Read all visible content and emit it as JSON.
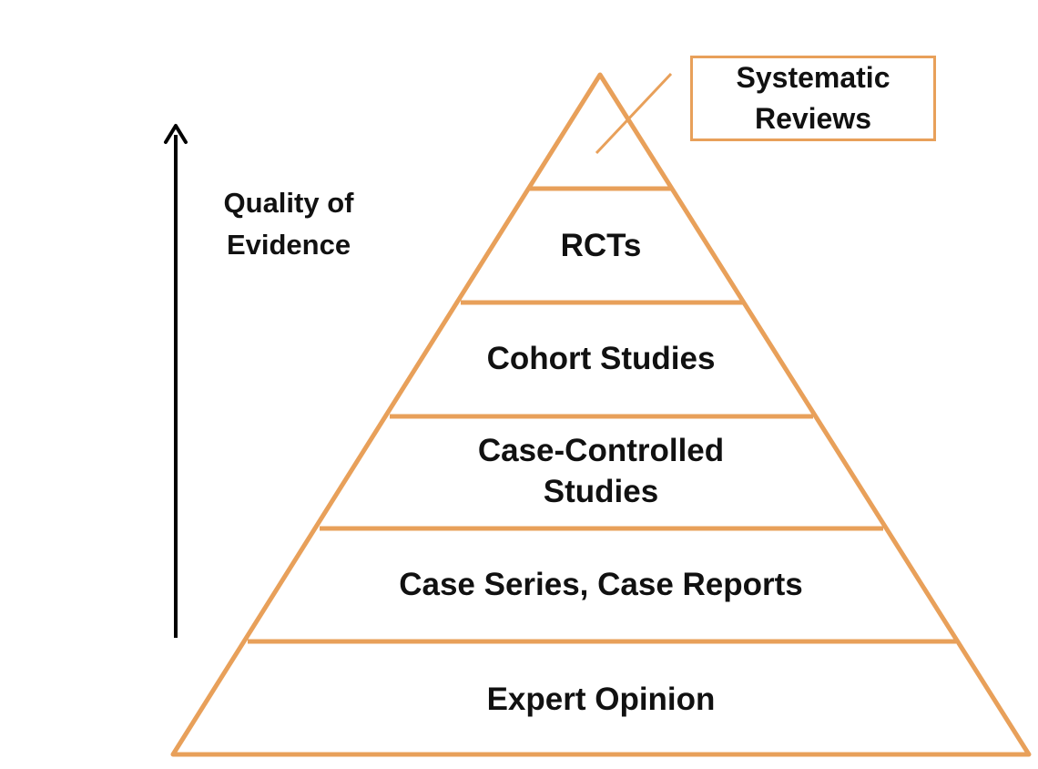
{
  "diagram": {
    "stroke_color": "#E8A05A",
    "arrow_color": "#000000",
    "axis_label": "Quality of\nEvidence",
    "callout": {
      "label": "Systematic\nReviews"
    },
    "levels": [
      {
        "label": "RCTs"
      },
      {
        "label": "Cohort Studies"
      },
      {
        "label": "Case-Controlled\nStudies"
      },
      {
        "label": "Case Series, Case Reports"
      },
      {
        "label": "Expert Opinion"
      }
    ]
  }
}
